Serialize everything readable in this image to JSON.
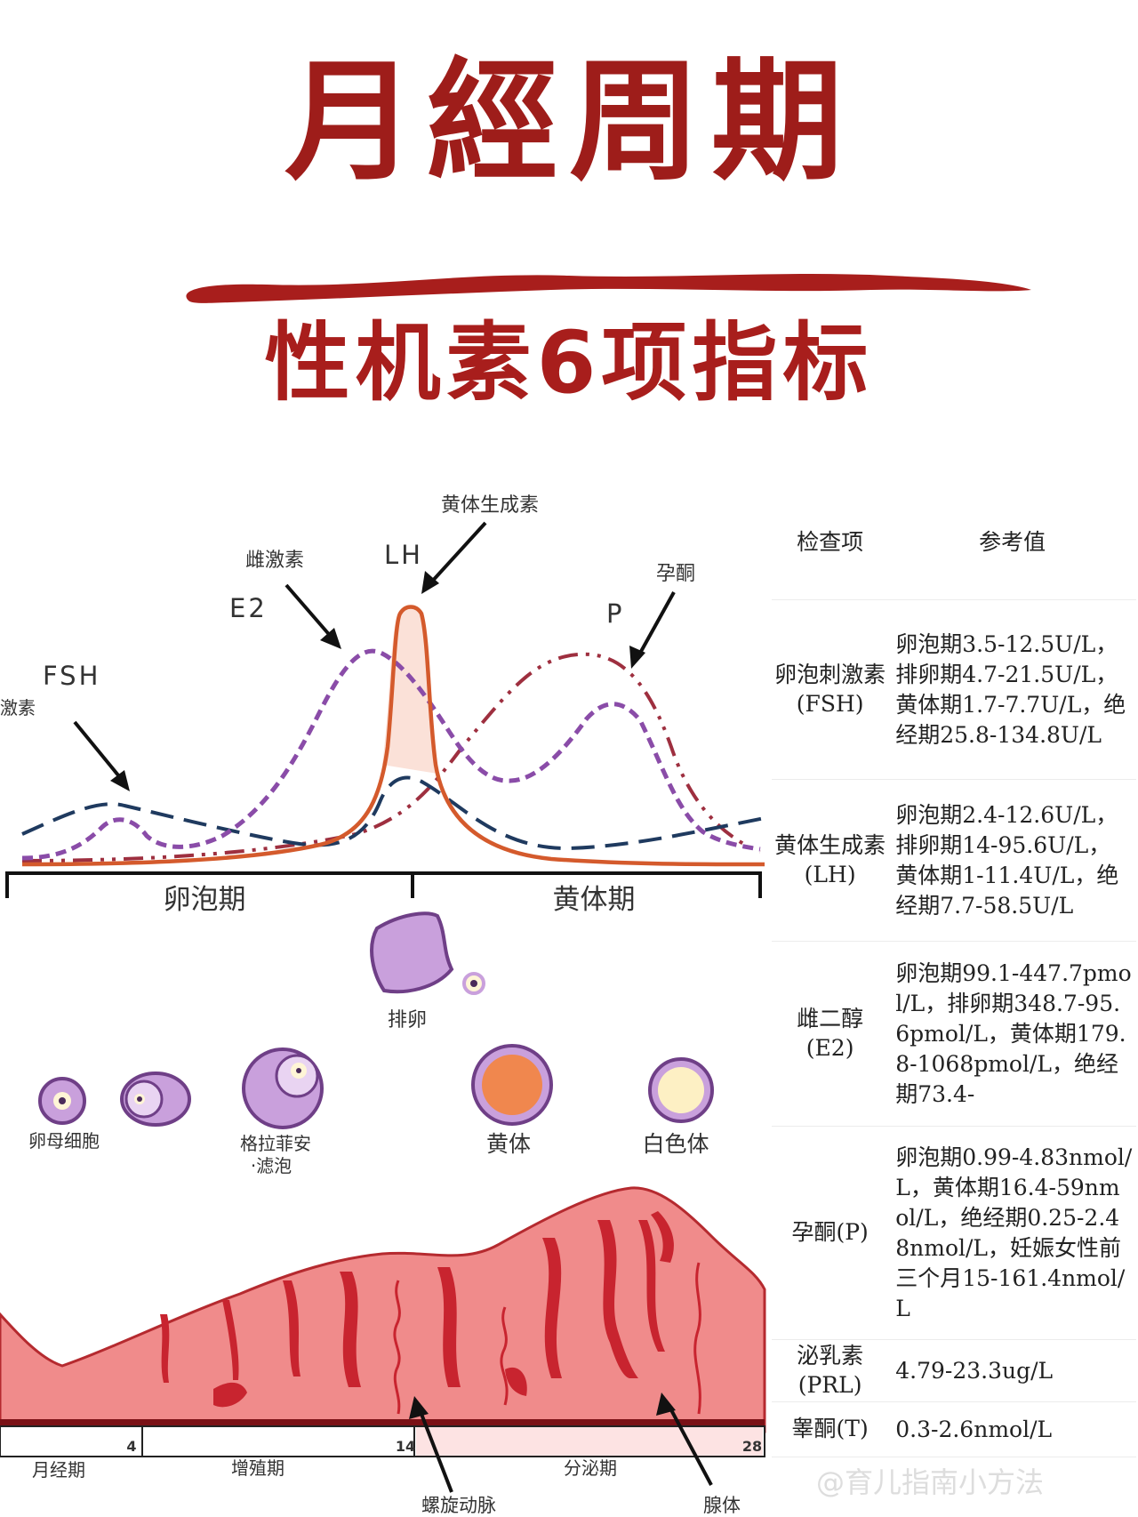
{
  "header": {
    "title": "月經周期",
    "subtitle": "性机素6项指标"
  },
  "diagram": {
    "hormone_labels": {
      "fsh_cn": "激素",
      "fsh": "FSH",
      "e2_cn": "雌激素",
      "e2": "E2",
      "lh_cn": "黄体生成素",
      "lh": "LH",
      "p_cn": "孕酮",
      "p": "P"
    },
    "phases": [
      "卵泡期",
      "黄体期"
    ],
    "ovulation": "排卵",
    "follicle_labels": {
      "oocyte": "卵母细胞",
      "graafian_1": "格拉菲安",
      "graafian_2": "·滤泡",
      "corpus_luteum": "黄体",
      "corpus_albicans": "白色体"
    },
    "day_ticks": [
      "4",
      "14",
      "28"
    ],
    "cycle_phases": [
      "月经期",
      "增殖期",
      "分泌期"
    ],
    "endometrium_labels": {
      "spiral_artery": "螺旋动脉",
      "gland": "腺体"
    },
    "colors": {
      "lh": "#d45a2c",
      "fsh": "#1f3a5f",
      "e2": "#8a4ca8",
      "p": "#9e2f3f",
      "endometrium": "#f08b8b",
      "vessel": "#c8242f"
    }
  },
  "table": {
    "headers": [
      "检查项",
      "参考值"
    ],
    "rows": [
      {
        "item": "卵泡刺激素(FSH)",
        "value": "卵泡期3.5-12.5U/L，排卵期4.7-21.5U/L，黄体期1.7-7.7U/L，绝经期25.8-134.8U/L"
      },
      {
        "item": "黄体生成素(LH)",
        "value": "卵泡期2.4-12.6U/L，排卵期14-95.6U/L，黄体期1-11.4U/L，绝经期7.7-58.5U/L"
      },
      {
        "item": "雌二醇(E2)",
        "value": "卵泡期99.1-447.7pmol/L，排卵期348.7-95.6pmol/L，黄体期179.8-1068pmol/L，绝经期73.4-"
      },
      {
        "item": "孕酮(P)",
        "value": "卵泡期0.99-4.83nmol/L，黄体期16.4-59nmol/L，绝经期0.25-2.48nmol/L，妊娠女性前三个月15-161.4nmol/L"
      },
      {
        "item": "泌乳素(PRL)",
        "value": "4.79-23.3ug/L"
      },
      {
        "item": "睾酮(T)",
        "value": "0.3-2.6nmol/L"
      }
    ]
  },
  "watermark": "@育儿指南小方法"
}
